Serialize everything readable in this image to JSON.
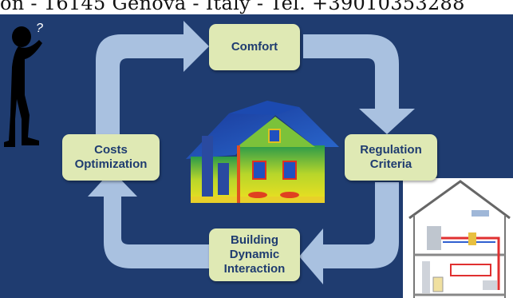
{
  "header": {
    "text": "on - 16145 Genova - Italy - Tel. +39010353288"
  },
  "diagram": {
    "boxes": {
      "comfort": [
        "Comfort"
      ],
      "regulation": [
        "Regulation",
        "Criteria"
      ],
      "building": [
        "Building",
        "Dynamic",
        "Interaction"
      ],
      "costs": [
        "Costs",
        "Optimization"
      ]
    }
  },
  "colors": {
    "panel": "#1f3c70",
    "box": "#dfe9b4",
    "box_text": "#1f3c70",
    "arrow": "#a9c1e0"
  },
  "icons": [
    "thinking-person-icon",
    "thermal-house-icon",
    "heating-system-icon"
  ]
}
